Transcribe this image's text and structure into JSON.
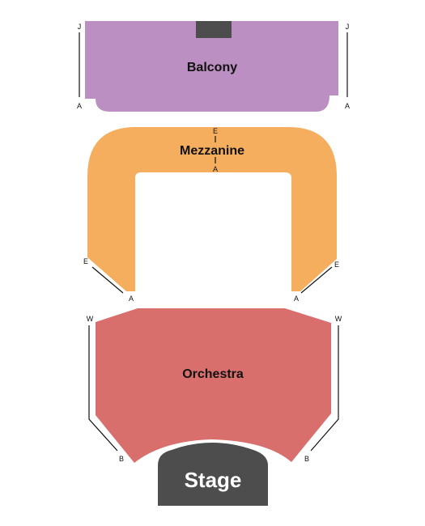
{
  "colors": {
    "balcony": "#bb8fc1",
    "mezzanine": "#f5ae5e",
    "orchestra": "#d86f6d",
    "stage": "#4d4d4d",
    "booth": "#4d4d4d"
  },
  "sections": {
    "balcony": {
      "label": "Balcony",
      "row_front": "A",
      "row_back": "J"
    },
    "mezzanine": {
      "label": "Mezzanine",
      "row_front": "A",
      "row_back": "E"
    },
    "orchestra": {
      "label": "Orchestra",
      "row_front_left": "B",
      "row_front_right": "B",
      "row_back": "W"
    }
  },
  "stage": {
    "label": "Stage"
  }
}
